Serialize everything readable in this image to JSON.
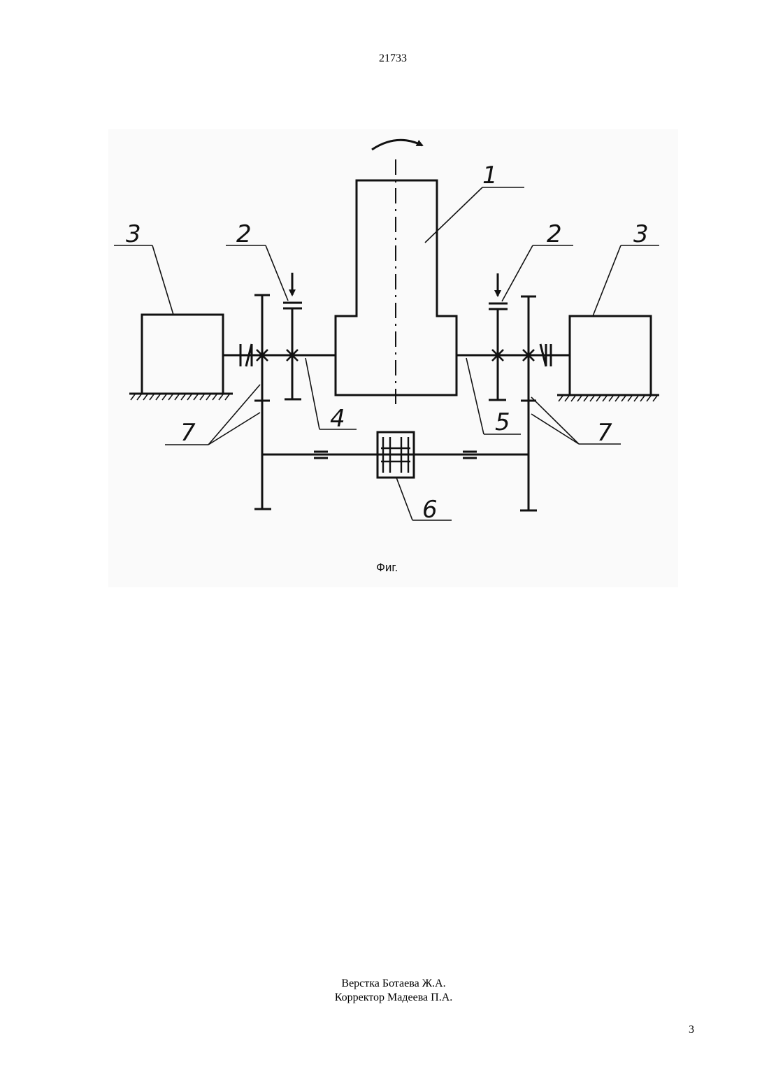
{
  "header": {
    "doc_number": "21733"
  },
  "figure": {
    "labels": {
      "l1": "1",
      "l2_left": "2",
      "l2_right": "2",
      "l3_left": "3",
      "l3_right": "3",
      "l4": "4",
      "l5": "5",
      "l6": "6",
      "l7_left": "7",
      "l7_right": "7"
    },
    "caption": "Фиг."
  },
  "footer": {
    "layout": "Верстка Ботаева Ж.А.",
    "corrector": "Корректор Мадеева П.А.",
    "page_number": "3"
  }
}
